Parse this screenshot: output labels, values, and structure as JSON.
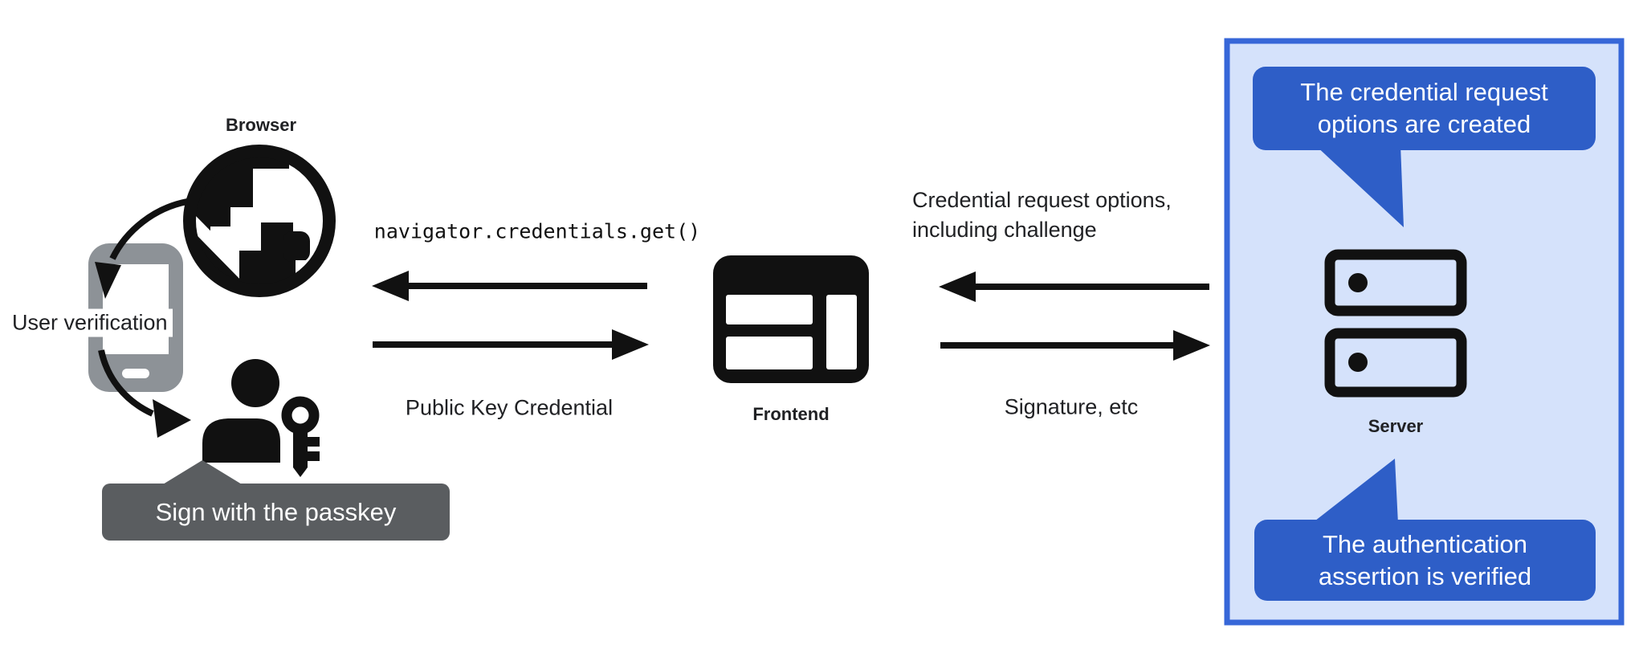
{
  "colors": {
    "ink": "#111111",
    "text_dark": "#202124",
    "bubble_blue": "#2e5ec7",
    "panel_border": "#3767d8",
    "panel_fill": "#d5e2fb",
    "banner_gray": "#5a5d60",
    "phone_gray": "#8d9297",
    "white": "#ffffff"
  },
  "nodes": {
    "browser_label": "Browser",
    "frontend_label": "Frontend",
    "server_label": "Server"
  },
  "left": {
    "user_verification": "User verification",
    "passkey_banner": "Sign with the passkey"
  },
  "messages": {
    "code_call": "navigator.credentials.get()",
    "public_key_credential": "Public Key Credential",
    "credential_request_line1": "Credential request options,",
    "credential_request_line2": "including challenge",
    "signature_etc": "Signature, etc"
  },
  "server_panel": {
    "bubble_top_line1": "The credential request",
    "bubble_top_line2": "options are created",
    "bubble_bottom_line1": "The authentication",
    "bubble_bottom_line2": "assertion is verified"
  },
  "icons": {
    "globe": "globe-icon",
    "phone": "phone-icon",
    "person": "person-icon",
    "key": "key-icon",
    "frontend_window": "frontend-window-icon",
    "server_stack": "server-stack-icon"
  }
}
